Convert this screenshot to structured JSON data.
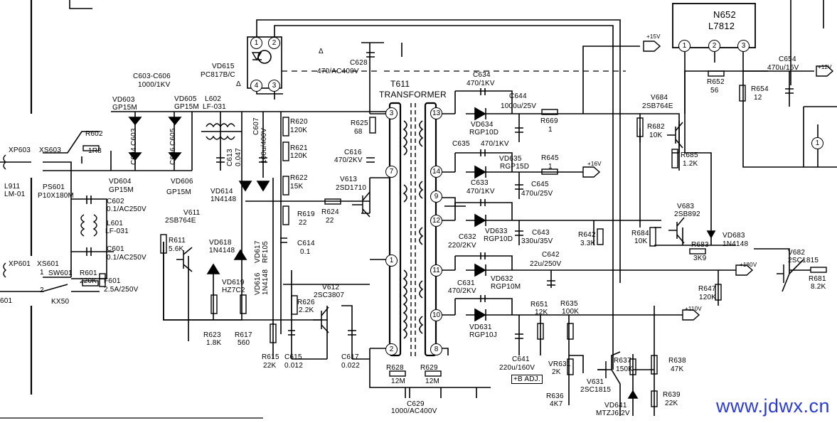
{
  "watermark": "www.jdwx.cn",
  "connectors": {
    "xp603": "XP603",
    "xs603": "XS603",
    "l911": "L911",
    "lm01": "LM-01",
    "xp601": "XP601",
    "xs601": "XS601",
    "p601": "601",
    "kx50": "KX50"
  },
  "components": {
    "n652": "N652",
    "l7812": "L7812",
    "vd615": "VD615",
    "pc817": "PC817B/C",
    "c603_606": "C603-C606",
    "c603_606_val": "1000/1KV",
    "vd603": "VD603",
    "vd603_val": "GP15M",
    "vd605": "VD605",
    "vd605_val": "GP15M",
    "l602": "L602",
    "l602_val": "LF-031",
    "r602": "R602",
    "r602_val": "1R8",
    "c603": "C603",
    "c604": "C604",
    "c605": "C605",
    "c606": "C606",
    "c613": "C613",
    "c613_val": "0.047",
    "c607": "C607",
    "c607_val": "100u/400V",
    "r620": "R620",
    "r620_val": "120K",
    "r621": "R621",
    "r621_val": "120K",
    "r622": "R622",
    "r622_val": "15K",
    "ps601": "PS601",
    "ps601_val": "P10X180M",
    "vd604": "VD604",
    "vd604_val": "GP15M",
    "vd606": "VD606",
    "vd606_val": "GP15M",
    "c602": "C602",
    "c602_val": "0.1/AC250V",
    "l601": "L601",
    "l601_val": "LF-031",
    "c601": "C601",
    "c601_val": "0.1/AC250V",
    "sw601": "SW601",
    "r601": "R601",
    "r601_val": "220K",
    "f601": "F601",
    "f601_val": "2.5A/250V",
    "vd614": "VD614",
    "vd614_val": "1N4148",
    "v611": "V611",
    "v611_val": "2SB764E",
    "r611": "R611",
    "r611_val": "5.6K",
    "vd618": "VD618",
    "vd618_val": "1N4148",
    "vd619": "VD619",
    "vd619_val": "HZ7C2",
    "vd617": "VD617",
    "vd617_val": "RF105",
    "vd616": "VD616",
    "vd616_val": "1N4148",
    "r619": "R619",
    "r619_val": "22",
    "r624": "R624",
    "r624_val": "22",
    "c614": "C614",
    "c614_val": "0.1",
    "r623": "R623",
    "r623_val": "1.8K",
    "r617": "R617",
    "r617_val": "560",
    "r626": "R626",
    "r626_val": "2.2K",
    "v612": "V612",
    "v612_val": "2SC3807",
    "r615": "R615",
    "r615_val": "22K",
    "c615": "C615",
    "c615_val": "0.012",
    "c617": "C617",
    "c617_val": "0.022",
    "c628": "C628",
    "c628_val": "470/AC400V",
    "t611": "T611",
    "t611_val": "TRANSFORMER",
    "r625": "R625",
    "r625_val": "68",
    "c616": "C616",
    "c616_val": "470/2KV",
    "v613": "V613",
    "v613_val": "2SD1710",
    "r628": "R628",
    "r628_val": "12M",
    "r629": "R629",
    "r629_val": "12M",
    "c629": "C629",
    "c629_val": "1000/AC400V",
    "c634": "C634",
    "c634_val": "470/1KV",
    "vd634": "VD634",
    "vd634_val": "RGP10D",
    "c644": "C644",
    "c644_val": "1000u/25V",
    "r669": "R669",
    "r669_val": "1",
    "c635": "C635",
    "c635_val": "470/1KV",
    "vd635": "VD635",
    "vd635_val": "RGP15D",
    "r645": "R645",
    "r645_val": "1",
    "c633": "C633",
    "c633_val": "470/1KV",
    "c645": "C645",
    "c645_val": "470u/25V",
    "vd633": "VD633",
    "vd633_val": "RGP10D",
    "c632": "C632",
    "c632_val": "220/2KV",
    "c643": "C643",
    "c643_val": "330u/35V",
    "r642": "R642",
    "r642_val": "3.3K",
    "c642": "C642",
    "c642_val": "22u/250V",
    "vd632": "VD632",
    "vd632_val": "RGP10M",
    "c631": "C631",
    "c631_val": "470/2KV",
    "r651": "R651",
    "r651_val": "12K",
    "r635": "R635",
    "r635_val": "100K",
    "vd631": "VD631",
    "vd631_val": "RGP10J",
    "c641": "C641",
    "c641_val": "220u/160V",
    "vr631": "VR631",
    "vr631_val": "2K",
    "badj": "+B ADJ.",
    "r636": "R636",
    "r636_val": "4K7",
    "v631": "V631",
    "v631_val": "2SC1815",
    "r637": "R637",
    "r637_val": "150K",
    "vd641": "VD641",
    "vd641_val": "MTZJ6.2V",
    "r638": "R638",
    "r638_val": "47K",
    "r639": "R639",
    "r639_val": "22K",
    "v684": "V684",
    "v684_val": "2SB764E",
    "r682": "R682",
    "r682_val": "10K",
    "r685": "R685",
    "r685_val": "1.2K",
    "r652": "R652",
    "r652_val": "56",
    "r654": "R654",
    "r654_val": "12",
    "c654": "C654",
    "c654_val": "470u/16V",
    "v683": "V683",
    "v683_val": "2SB892",
    "r684": "R684",
    "r684_val": "10K",
    "r683": "R683",
    "r683_val": "3K9",
    "vd683": "VD683",
    "vd683_val": "1N4148",
    "v682": "V682",
    "v682_val": "2SC1815",
    "r647": "R647",
    "r647_val": "120K",
    "r681": "R681",
    "r681_val": "8.2K"
  },
  "rails": {
    "p15": "+15V",
    "p12": "+12V",
    "p16": "+16V",
    "p180": "+180V",
    "p110": "+110V"
  },
  "pins": {
    "pc1": "1",
    "pc2": "2",
    "pc3": "3",
    "pc4": "4",
    "t3": "3",
    "t7": "7",
    "t1": "1",
    "t2": "2",
    "t13": "13",
    "t14": "14",
    "t9": "9",
    "t12": "12",
    "t11": "11",
    "t10": "10",
    "t8": "8",
    "n1": "1",
    "n2": "2",
    "n3": "3",
    "misc1": "1",
    "sw1": "1",
    "sw2": "2"
  },
  "symbols": {
    "warn": "Δ",
    "tri": "▲"
  }
}
